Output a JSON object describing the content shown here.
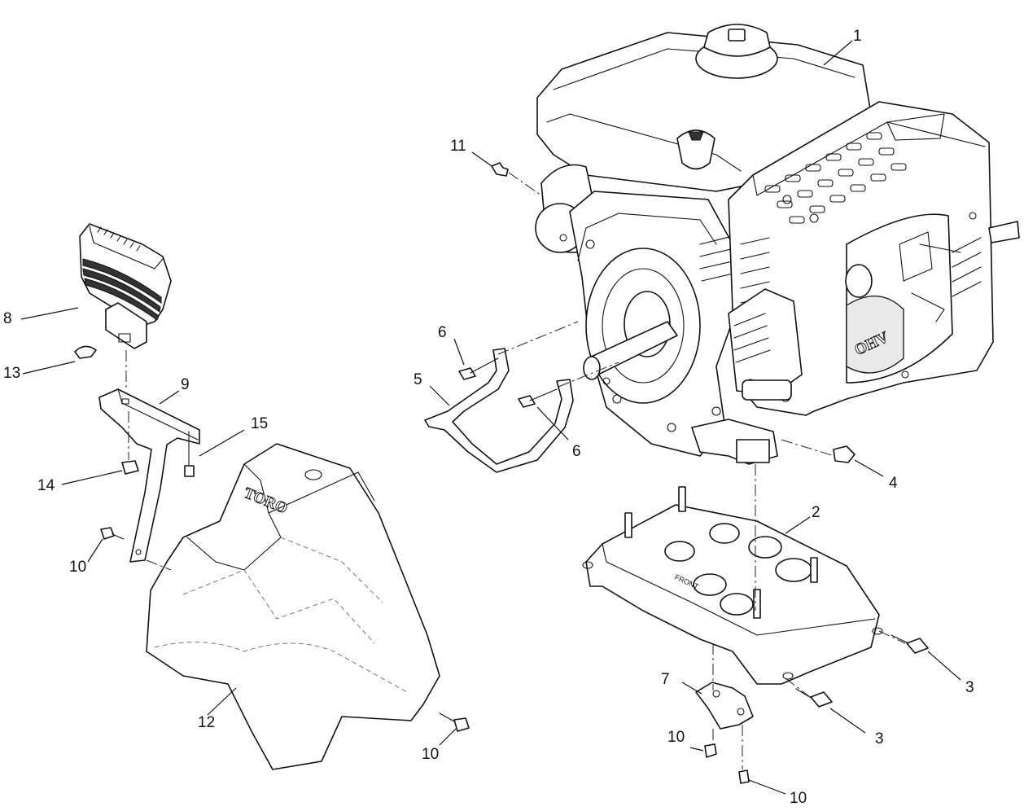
{
  "callouts": {
    "c1": "1",
    "c2": "2",
    "c3a": "3",
    "c3b": "3",
    "c4": "4",
    "c5": "5",
    "c6a": "6",
    "c6b": "6",
    "c7": "7",
    "c8": "8",
    "c9": "9",
    "c10a": "10",
    "c10b": "10",
    "c10c": "10",
    "c10d": "10",
    "c11": "11",
    "c12": "12",
    "c13": "13",
    "c14": "14",
    "c15": "15"
  },
  "markings": {
    "shroud_brand": "TORO",
    "mount_plate": "FRONT",
    "engine_badge": "OHV"
  }
}
